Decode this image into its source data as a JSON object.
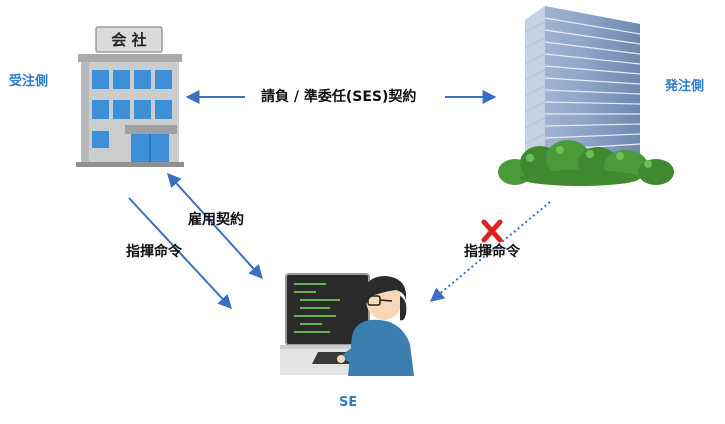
{
  "parties": {
    "contractor_label": "受注側",
    "client_label": "発注側",
    "engineer_label": "SE"
  },
  "company_building": {
    "sign_text": "会 社"
  },
  "relations": {
    "contract_label": "請負 / 準委任(SES)契約",
    "employment_label": "雇用契約",
    "command_from_contractor_label": "指揮命令",
    "command_from_client_label": "指揮命令",
    "client_command_allowed": false
  },
  "colors": {
    "arrow": "#3a6fc4",
    "label_blue": "#2f7dc6",
    "cross": "#e0201c",
    "building_facade": "#c9cacb",
    "window_blue": "#3d8fd8",
    "tower_glass": "#8fa6c8",
    "tree_green": "#4a9a3a",
    "person_shirt": "#3a7fb0",
    "monitor": "#2a2a2a"
  }
}
